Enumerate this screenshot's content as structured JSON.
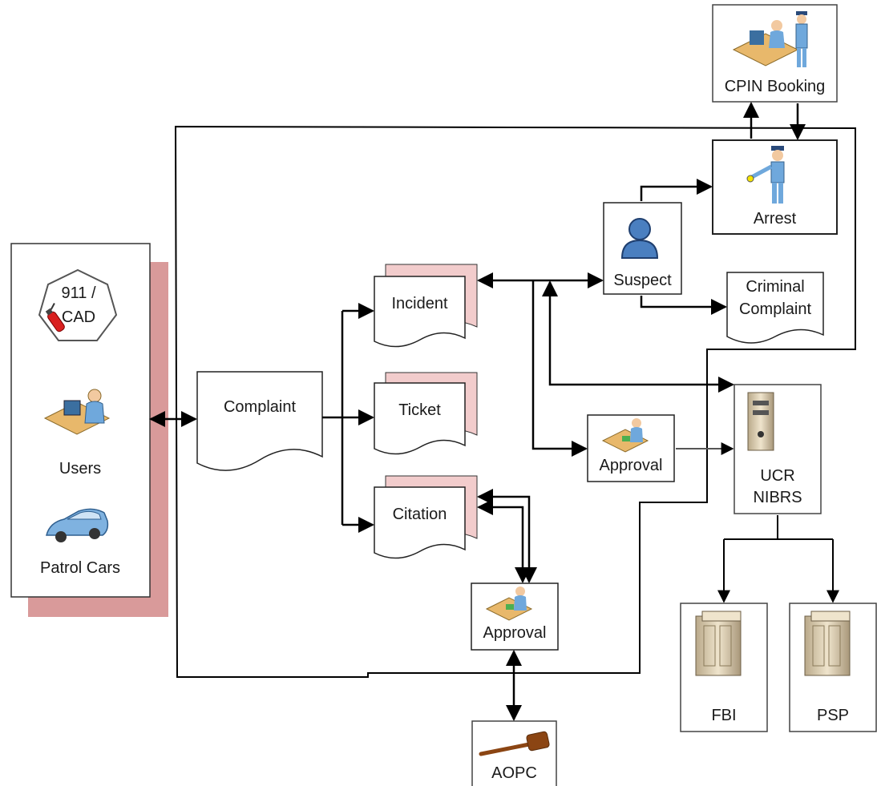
{
  "sources": {
    "cad_line1": "911 /",
    "cad_line2": "CAD",
    "users": "Users",
    "patrol_cars": "Patrol Cars"
  },
  "documents": {
    "complaint": "Complaint",
    "incident": "Incident",
    "ticket": "Ticket",
    "citation": "Citation",
    "criminal_complaint_line1": "Criminal",
    "criminal_complaint_line2": "Complaint"
  },
  "nodes": {
    "suspect": "Suspect",
    "arrest": "Arrest",
    "cpin_booking": "CPIN Booking",
    "approval_upper": "Approval",
    "approval_lower": "Approval",
    "ucr_line1": "UCR",
    "ucr_line2": "NIBRS",
    "fbi": "FBI",
    "psp": "PSP",
    "aopc": "AOPC"
  },
  "colors": {
    "shadow_pink": "#d99a9a",
    "doc_back_pink": "#f2cccc",
    "person_blue": "#6fa8dc",
    "server_beige": "#d9cbb0",
    "car_blue": "#7fb2e0",
    "gavel_brown": "#8b4513"
  }
}
